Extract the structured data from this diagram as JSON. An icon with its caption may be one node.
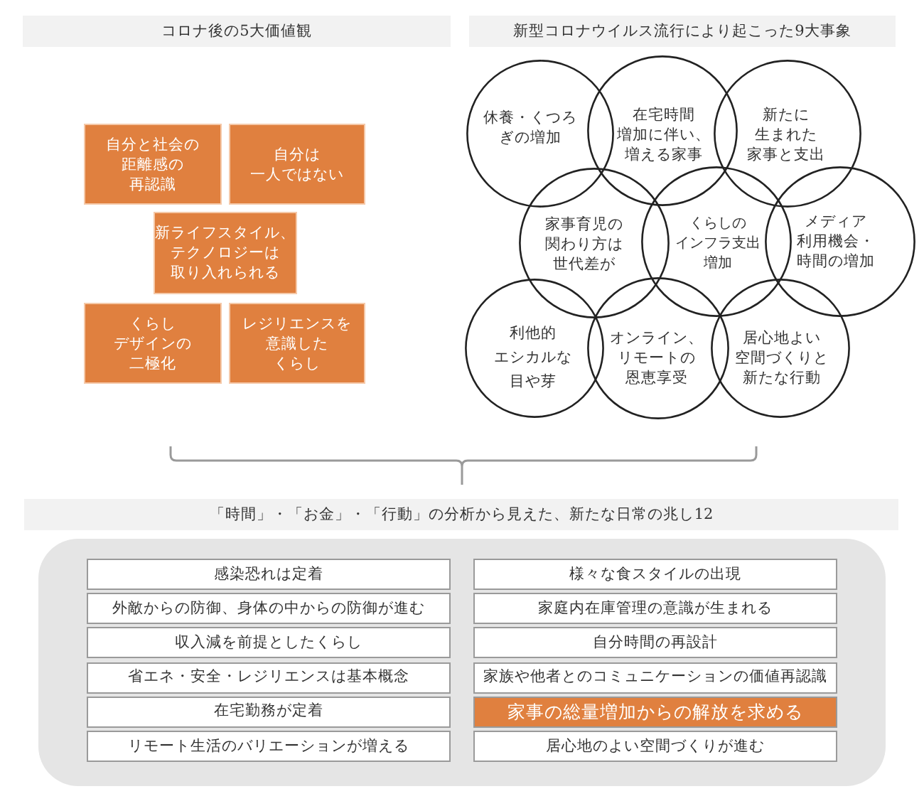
{
  "diagram": {
    "nodes": [
      {
        "text": [
          "コロナ後の5大価値観"
        ]
      },
      {
        "text": [
          "自分と社会の距離感の再認識"
        ]
      },
      {
        "text": [
          "自分は一人ではない"
        ]
      },
      {
        "text": [
          "新ライフスタイル、テクノロジーは取り入れられる"
        ]
      },
      {
        "text": [
          "くらしデザインの二極化"
        ]
      },
      {
        "text": [
          "レジリエンスを意識したくらし"
        ]
      },
      {
        "text": [
          "新型コロナウイルス流行により起こった9大事象"
        ]
      },
      {
        "text": [
          "休養・くつろぎの増加"
        ]
      },
      {
        "text": [
          "在宅時間増加に伴い、増える家事"
        ]
      },
      {
        "text": [
          "新たに生まれた家事と支出"
        ]
      },
      {
        "text": [
          "家事育児の関わり方は世代差が"
        ]
      },
      {
        "text": [
          "くらしのインフラ支出増加"
        ]
      },
      {
        "text": [
          "メディア利用機会・時間の増加"
        ]
      },
      {
        "text": [
          "利他的エシカルな目や芽"
        ]
      },
      {
        "text": [
          "オンライン、リモートの恩恵享受"
        ]
      },
      {
        "text": [
          "居心地よい空間づくりと新たな行動"
        ]
      },
      {
        "text": [
          "「時間」・「お金」・「行動」の分析から見えた、新たな日常の兆し12"
        ]
      },
      {
        "text": [],
        "shape": "box"
      },
      {
        "text": [
          "感染恐れは定着"
        ],
        "in": 17
      },
      {
        "text": [
          "外敵からの防御、身体の中からの防御が進む"
        ],
        "in": 17
      },
      {
        "text": [
          "収入減を前提としたくらし"
        ],
        "in": 17
      },
      {
        "text": [
          "省エネ・安全・レジリエンスは基本概念"
        ],
        "in": 17
      },
      {
        "text": [
          "在宅勤務が定着"
        ],
        "in": 17
      },
      {
        "text": [
          "リモート生活のバリエーションが増える"
        ],
        "in": 17
      },
      {
        "text": [
          "様々な食スタイルの出現"
        ],
        "in": 17
      },
      {
        "text": [
          "家庭内在庫管理の意識が生まれる"
        ],
        "in": 17
      },
      {
        "text": [
          "自分時間の再設計"
        ],
        "in": 17
      },
      {
        "text": [
          "家族や他者とのコミュニケーションの価値再認識"
        ],
        "in": 17
      },
      {
        "text": [
          "家事の総量増加からの解放を求める"
        ],
        "in": 17
      },
      {
        "text": [
          "居心地のよい空間づくりが進む"
        ],
        "in": 17
      }
    ]
  }
}
